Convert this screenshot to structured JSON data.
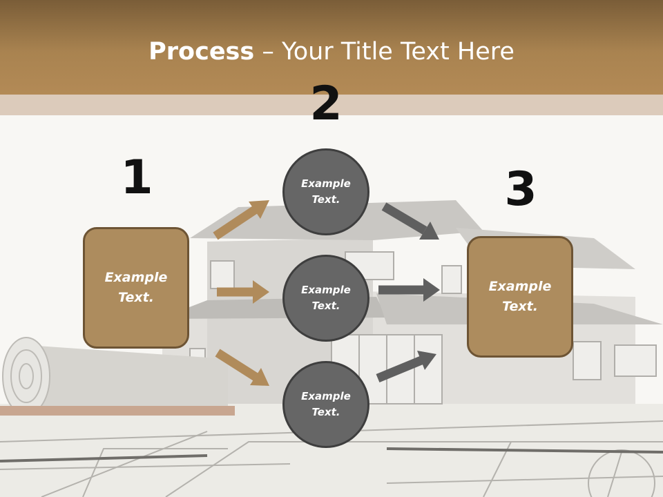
{
  "title": {
    "bold": "Process",
    "dash": " – ",
    "rest": "Your Title Text Here"
  },
  "steps": [
    {
      "number": "1",
      "text": "Example\nText."
    },
    {
      "number": "2"
    },
    {
      "number": "3",
      "text": "Example\nText."
    }
  ],
  "circles": [
    {
      "text": "Example\nText."
    },
    {
      "text": "Example\nText."
    },
    {
      "text": "Example\nText."
    }
  ],
  "colors": {
    "header": "#a98350",
    "subband": "#dccbbb",
    "box_fill": "#ad8c5e",
    "circle_fill": "#666666",
    "arrow_tan": "#b08b5b",
    "arrow_gray": "#5f5f5f"
  }
}
